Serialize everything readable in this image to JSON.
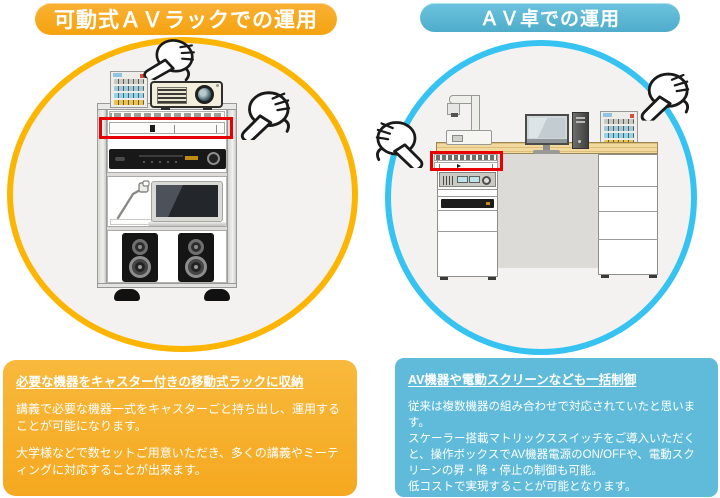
{
  "left_panel": {
    "header": "可動式ＡＶラックでの運用",
    "illustration": {
      "subject": "mobile AV rack with projector, control panel, switcher (highlighted in red), DVD player, document camera arm, laptop, speakers and casters",
      "highlight": "switcher unit outlined in red",
      "pointer_icons": [
        "pointing-hand-glove-icon",
        "pointing-hand-glove-icon"
      ]
    },
    "info_box": {
      "title": "必要な機器をキャスター付きの移動式ラックに収納",
      "paragraphs": [
        "講義で必要な機器一式をキャスターごと持ち出し、運用することが可能になります。",
        "大学様などで数セットご用意いただき、多くの講義やミーティングに対応することが出来ます。"
      ]
    }
  },
  "right_panel": {
    "header": "ＡＶ卓での運用",
    "illustration": {
      "subject": "AV lectern desk with document camera, monitor, PC tower, control box, rack-mounted switcher (highlighted in red), amplifier, DVD player and drawers",
      "highlight": "switcher unit outlined in red",
      "pointer_icons": [
        "pointing-hand-glove-icon",
        "pointing-hand-glove-icon"
      ]
    },
    "info_box": {
      "title": "AV機器や電動スクリーンなども一括制御",
      "paragraphs": [
        "従来は複数機器の組み合わせで対応されていたと思います。",
        "スケーラー搭載マトリックススイッチをご導入いただくと、操作ボックスでAV機器電源のON/OFFや、電動スクリーンの昇・降・停止の制御も可能。",
        "低コストで実現することが可能となります。"
      ]
    }
  },
  "colors": {
    "left_accent": "#F6A81F",
    "left_ring": "#FDB504",
    "left_box": "#F6AC27",
    "right_accent": "#57B7D5",
    "right_ring": "#36C3F2",
    "right_box": "#5FBBD9",
    "highlight_red": "#E80000",
    "circle_fill": "#F3F2F0"
  }
}
